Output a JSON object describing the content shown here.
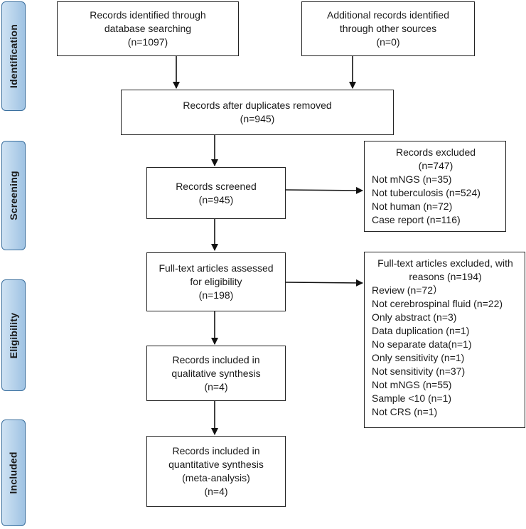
{
  "stages": {
    "identification": "Identification",
    "screening": "Screening",
    "eligibility": "Eligibility",
    "included": "Included"
  },
  "boxes": {
    "database_search": [
      "Records identified through",
      "database searching",
      "(n=1097)"
    ],
    "other_sources": [
      "Additional records identified",
      "through other sources",
      "(n=0)"
    ],
    "duplicates_removed": [
      "Records after duplicates removed",
      "(n=945)"
    ],
    "screened": [
      "Records screened",
      "(n=945)"
    ],
    "excluded": {
      "heading": [
        "Records excluded",
        "(n=747)"
      ],
      "reasons": [
        "Not mNGS (n=35)",
        "Not tuberculosis (n=524)",
        "Not human (n=72)",
        "Case report (n=116)"
      ]
    },
    "full_text": [
      "Full-text articles assessed",
      "for eligibility",
      "(n=198)"
    ],
    "full_text_excluded": {
      "heading": [
        "Full-text articles excluded, with",
        "reasons (n=194)"
      ],
      "reasons": [
        "Review (n=72）",
        "Not cerebrospinal fluid (n=22)",
        "Only abstract (n=3)",
        "Data duplication (n=1)",
        "No separate data(n=1)",
        "Only sensitivity (n=1)",
        "Not sensitivity (n=37)",
        "Not mNGS (n=55)",
        "Sample <10 (n=1)",
        "Not CRS (n=1)"
      ]
    },
    "qualitative": [
      "Records included in",
      "qualitative synthesis",
      "(n=4)"
    ],
    "quantitative": [
      "Records included in",
      "quantitative synthesis",
      "(meta-analysis)",
      "(n=4)"
    ]
  }
}
